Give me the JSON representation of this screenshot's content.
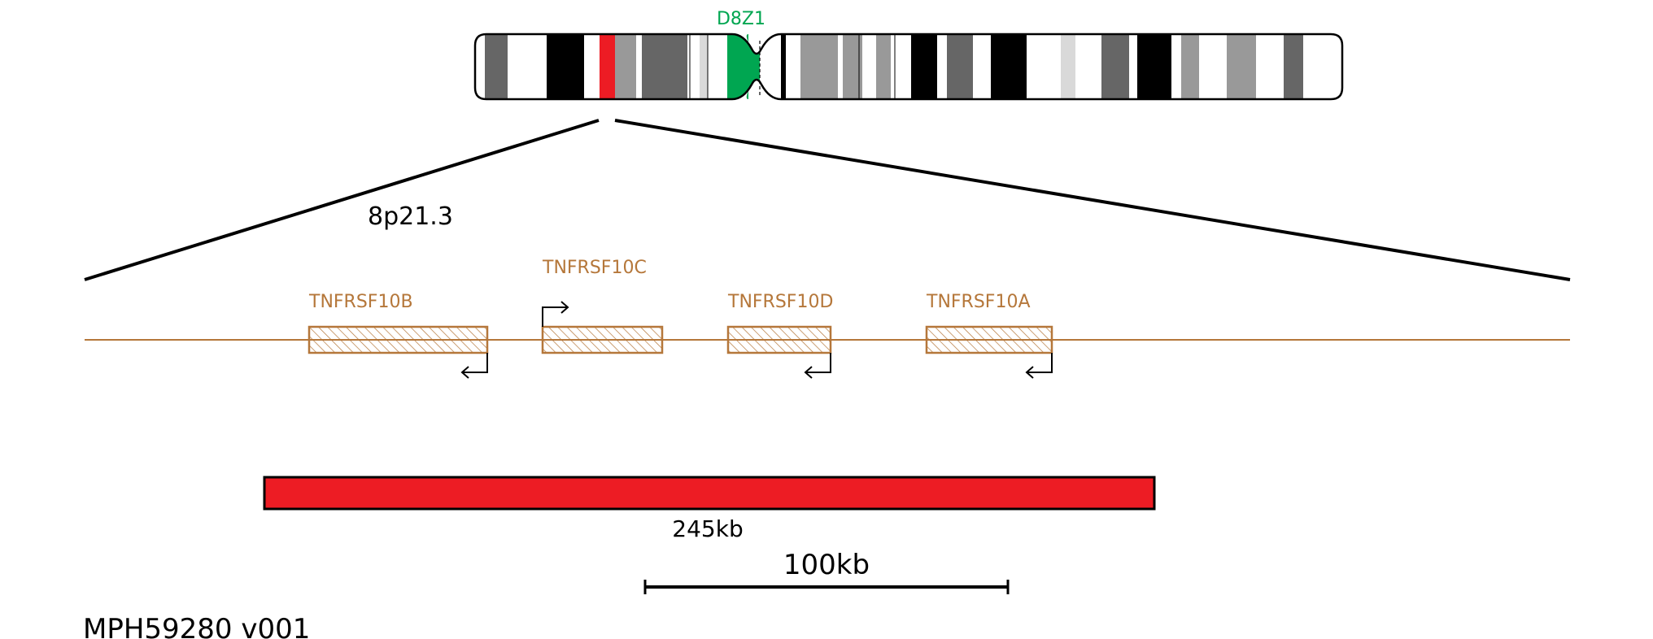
{
  "colors": {
    "gene": "#b5773a",
    "probe": "#ed1c24",
    "centromere": "#00a651",
    "highlight_band": "#ed1c24",
    "band_dark": "#000000",
    "band_gray": "#666666",
    "band_mid": "#999999",
    "band_light": "#d9d9d9",
    "band_white": "#ffffff"
  },
  "centromere_label": "D8Z1",
  "band_label": "8p21.3",
  "genes": [
    {
      "name": "TNFRSF10B",
      "direction": "reverse"
    },
    {
      "name": "TNFRSF10C",
      "direction": "forward"
    },
    {
      "name": "TNFRSF10D",
      "direction": "reverse"
    },
    {
      "name": "TNFRSF10A",
      "direction": "reverse"
    }
  ],
  "probe": {
    "label": "245kb"
  },
  "scale_bar": {
    "label": "100kb"
  },
  "product_code": "MPH59280 v001"
}
